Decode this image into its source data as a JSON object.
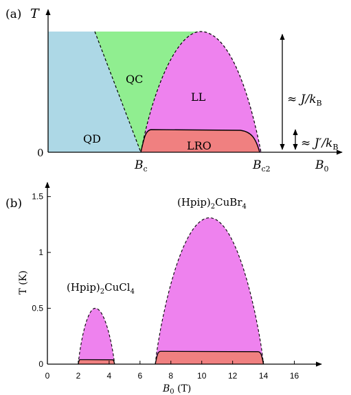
{
  "panel_a": {
    "label": "(a)",
    "y_symbol": "T",
    "zero": "0",
    "regions": {
      "qd": "QD",
      "qc": "QC",
      "ll": "LL",
      "lro": "LRO"
    },
    "x_marks": {
      "bc": "B",
      "bc_sub": "c",
      "bc2": "B",
      "bc2_sub": "c2",
      "b0": "B",
      "b0_sub": "0"
    },
    "energy_labels": {
      "big": {
        "approx": "≈ J/k",
        "sub": "B"
      },
      "small": {
        "approx": "≈ J′/k",
        "sub": "B"
      }
    },
    "colors": {
      "qd": "#add8e6",
      "qc": "#90ee90",
      "ll": "#ee82ee",
      "lro": "#f08080"
    }
  },
  "panel_b": {
    "label": "(b)",
    "chart_data": {
      "type": "area",
      "xlabel_main": "B",
      "xlabel_sub": "0",
      "xlabel_unit": " (T)",
      "ylabel": "T (K)",
      "xlim": [
        0,
        17
      ],
      "ylim": [
        0,
        1.55
      ],
      "xticks": [
        0,
        2,
        4,
        6,
        8,
        10,
        12,
        14,
        16
      ],
      "yticks": [
        0,
        0.5,
        1,
        1.5
      ],
      "ytick_labels": [
        "0",
        "0.5",
        "1",
        "1.5"
      ],
      "compounds": [
        {
          "name_parts": [
            "(Hpip)",
            "2",
            "CuCl",
            "4"
          ],
          "bc": 2.0,
          "bc2": 4.35,
          "peak_b": 3.1,
          "peak_t": 0.5,
          "lro_t": 0.04
        },
        {
          "name_parts": [
            "(Hpip)",
            "2",
            "CuBr",
            "4"
          ],
          "bc": 6.99,
          "bc2": 14.0,
          "peak_b": 10.5,
          "peak_t": 1.31,
          "lro_t": 0.115
        }
      ],
      "colors": {
        "ll": "#ee82ee",
        "lro": "#f08080"
      }
    }
  }
}
